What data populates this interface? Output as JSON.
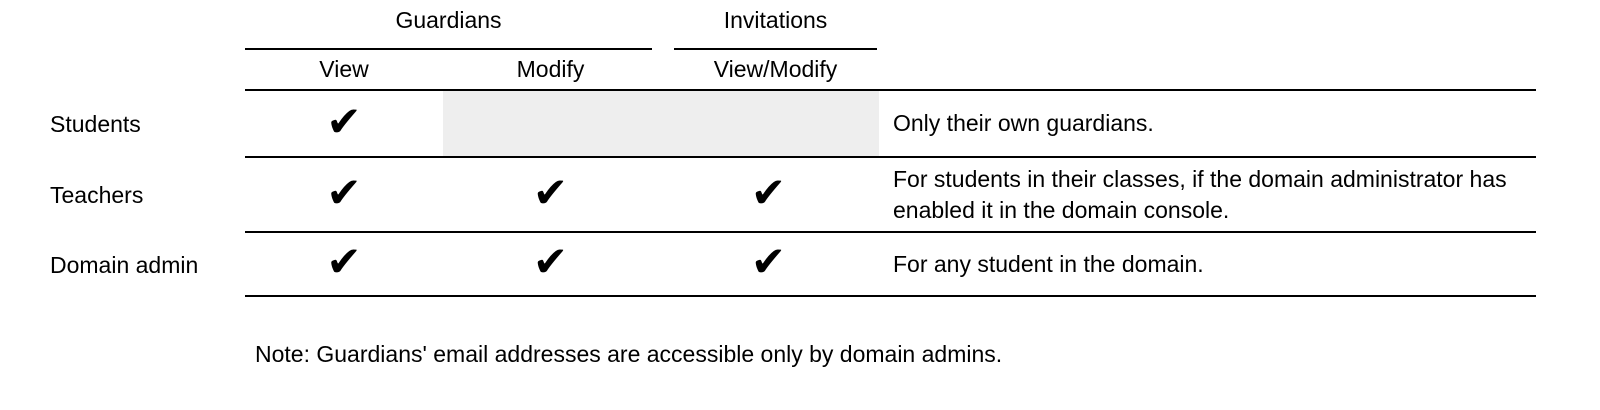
{
  "header": {
    "groups": [
      {
        "label": "Guardians"
      },
      {
        "label": "Invitations"
      }
    ],
    "columns": [
      "View",
      "Modify",
      "View/Modify"
    ]
  },
  "rows": [
    {
      "role": "Students",
      "checks": {
        "view": "✔"
      },
      "note": "Only their own guardians."
    },
    {
      "role": "Teachers",
      "checks": {
        "view": "✔",
        "modify": "✔",
        "view_modify": "✔"
      },
      "note": "For students in their classes, if the domain administrator has enabled it in the domain console."
    },
    {
      "role": "Domain admin",
      "checks": {
        "view": "✔",
        "modify": "✔",
        "view_modify": "✔"
      },
      "note": "For any student in the domain."
    }
  ],
  "footnote": "Note: Guardians' email addresses are accessible only by domain admins.",
  "colors": {
    "text": "#000000",
    "rule": "#000000",
    "disabled_cell_bg": "#eeeeee"
  }
}
